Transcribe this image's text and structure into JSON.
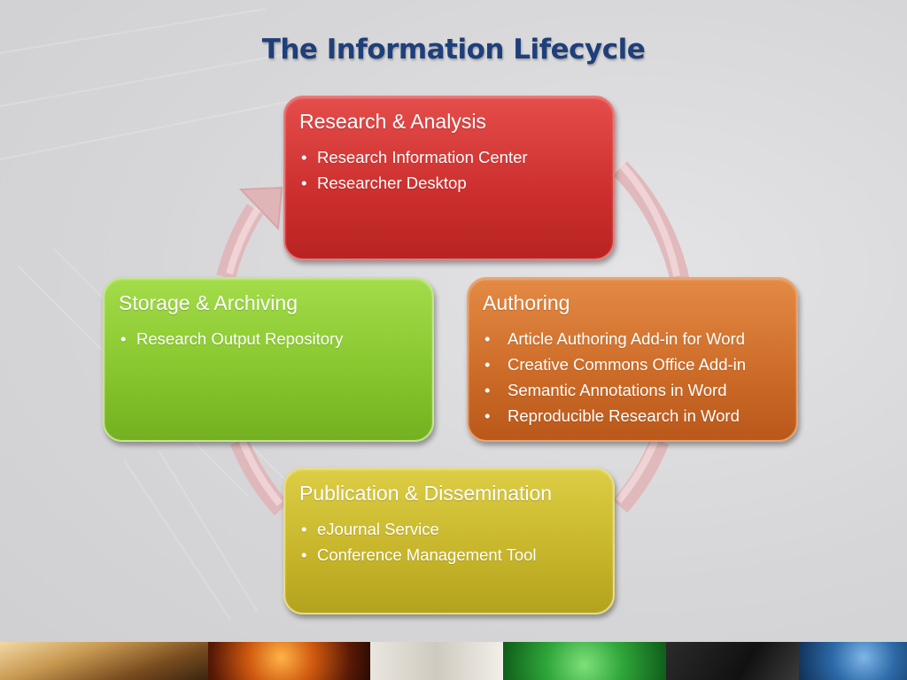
{
  "title": "The Information Lifecycle",
  "stages": {
    "research": {
      "title": "Research & Analysis",
      "items": [
        "Research Information Center",
        "Researcher Desktop"
      ]
    },
    "authoring": {
      "title": "Authoring",
      "items": [
        "Article Authoring Add-in for Word",
        "Creative Commons Office Add-in",
        "Semantic Annotations in Word",
        "Reproducible Research in Word"
      ]
    },
    "storage": {
      "title": "Storage & Archiving",
      "items": [
        "Research Output Repository"
      ]
    },
    "publication": {
      "title": "Publication & Dissemination",
      "items": [
        "eJournal Service",
        "Conference Management Tool"
      ]
    }
  },
  "bullet": "•",
  "colors": {
    "title": "#1f3f7a",
    "research": "#d63a38",
    "authoring": "#d2752f",
    "storage": "#8fcf35",
    "publication": "#cdbd30",
    "cycle_arrow": "#e8c2c4"
  }
}
